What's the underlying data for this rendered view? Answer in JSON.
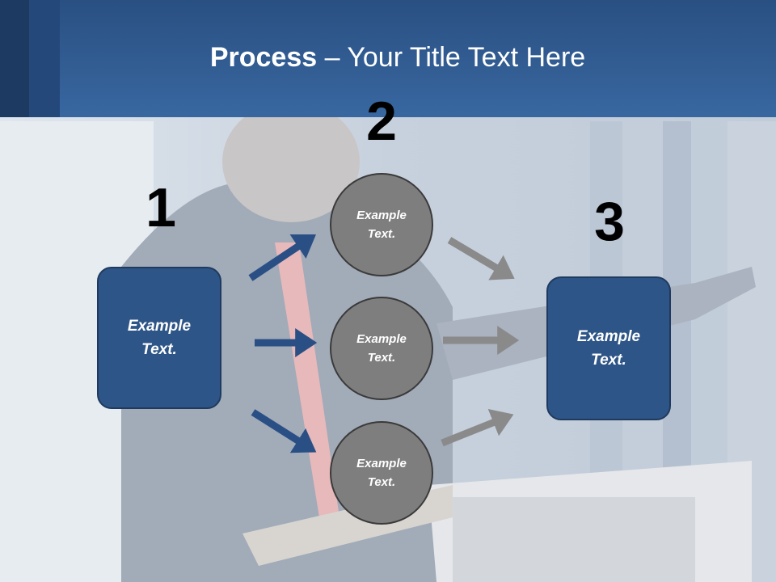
{
  "title": {
    "bold": "Process",
    "rest": " – Your Title Text Here"
  },
  "steps": [
    {
      "number": "1",
      "text": [
        "Example",
        "Text."
      ]
    },
    {
      "number": "2",
      "items": [
        {
          "text": [
            "Example",
            "Text."
          ]
        },
        {
          "text": [
            "Example",
            "Text."
          ]
        },
        {
          "text": [
            "Example",
            "Text."
          ]
        }
      ]
    },
    {
      "number": "3",
      "text": [
        "Example",
        "Text."
      ]
    }
  ],
  "colors": {
    "header": "#2f5a92",
    "box_fill": "#2e5587",
    "circle_fill": "#7e7e7e",
    "arrow_blue": "#2a4f85",
    "arrow_gray": "#8a8a8a"
  }
}
